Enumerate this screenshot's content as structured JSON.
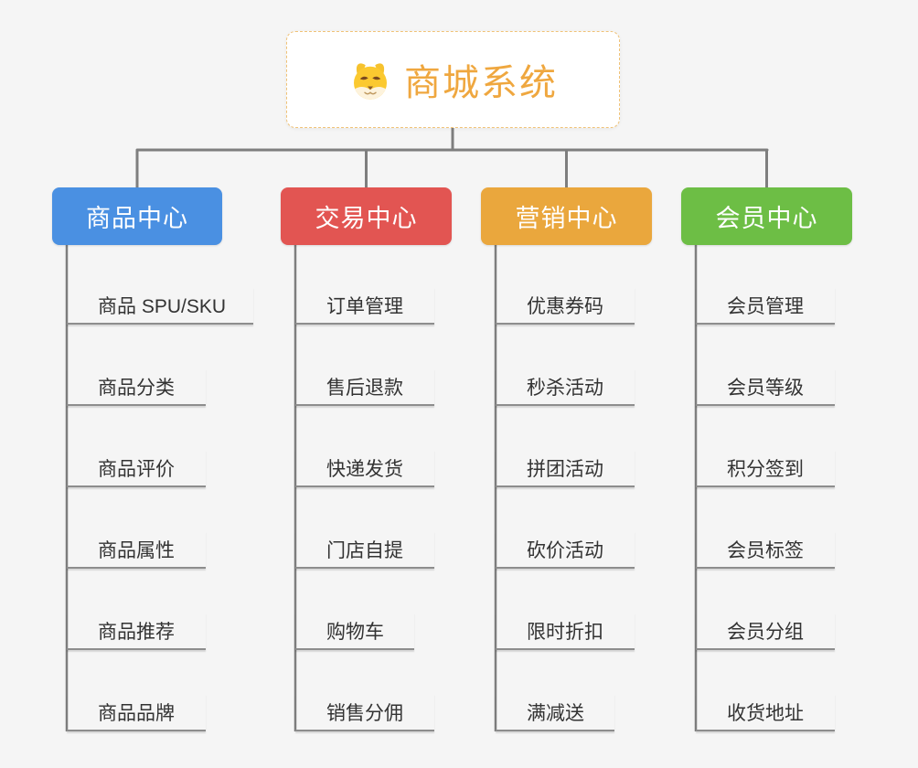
{
  "root": {
    "title": "商城系统",
    "icon": "dog-face-icon"
  },
  "branches": [
    {
      "label": "商品中心",
      "color": "#4a90e2",
      "items": [
        "商品 SPU/SKU",
        "商品分类",
        "商品评价",
        "商品属性",
        "商品推荐",
        "商品品牌"
      ]
    },
    {
      "label": "交易中心",
      "color": "#e25552",
      "items": [
        "订单管理",
        "售后退款",
        "快递发货",
        "门店自提",
        "购物车",
        "销售分佣"
      ]
    },
    {
      "label": "营销中心",
      "color": "#eaa73d",
      "items": [
        "优惠券码",
        "秒杀活动",
        "拼团活动",
        "砍价活动",
        "限时折扣",
        "满减送"
      ]
    },
    {
      "label": "会员中心",
      "color": "#6dbe45",
      "items": [
        "会员管理",
        "会员等级",
        "积分签到",
        "会员标签",
        "会员分组",
        "收货地址"
      ]
    }
  ],
  "colors": {
    "background": "#f5f5f5",
    "connector_line": "#7e7e7e",
    "leaf_underline": "#8d8d8d",
    "leaf_text": "#333333",
    "root_text": "#efa73f",
    "root_border": "#f0c277",
    "branch_text": "#ffffff"
  }
}
